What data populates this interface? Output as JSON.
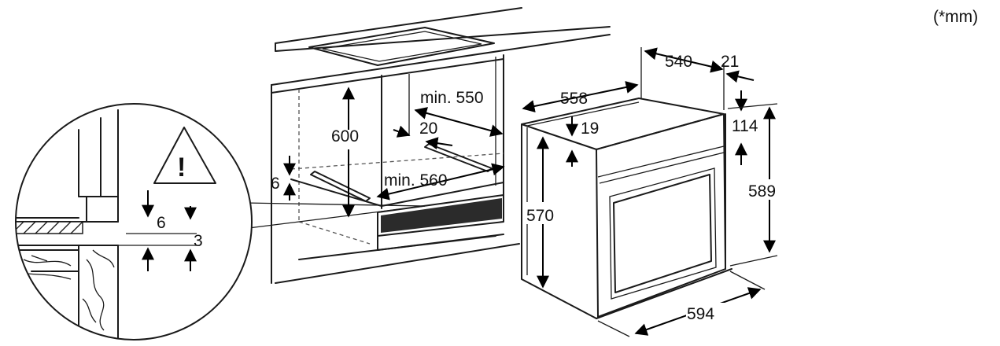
{
  "units_label": "(*mm)",
  "warning_symbol": "!",
  "dimensions": {
    "cutout_height": "600",
    "cutout_depth_min": "min. 550",
    "gap_top": "20",
    "cutout_width_min": "min. 560",
    "shelf_offset": "6",
    "detail_gap_top": "6",
    "detail_gap_bottom": "3",
    "oven_depth_body": "540",
    "oven_front_depth": "21",
    "oven_width_top": "558",
    "oven_top_offset": "19",
    "oven_panel_offset": "114",
    "oven_body_height": "570",
    "oven_front_height": "589",
    "oven_front_width": "594"
  },
  "icons": {
    "arrow": "arrow-icon",
    "warning": "warning-triangle-icon"
  }
}
